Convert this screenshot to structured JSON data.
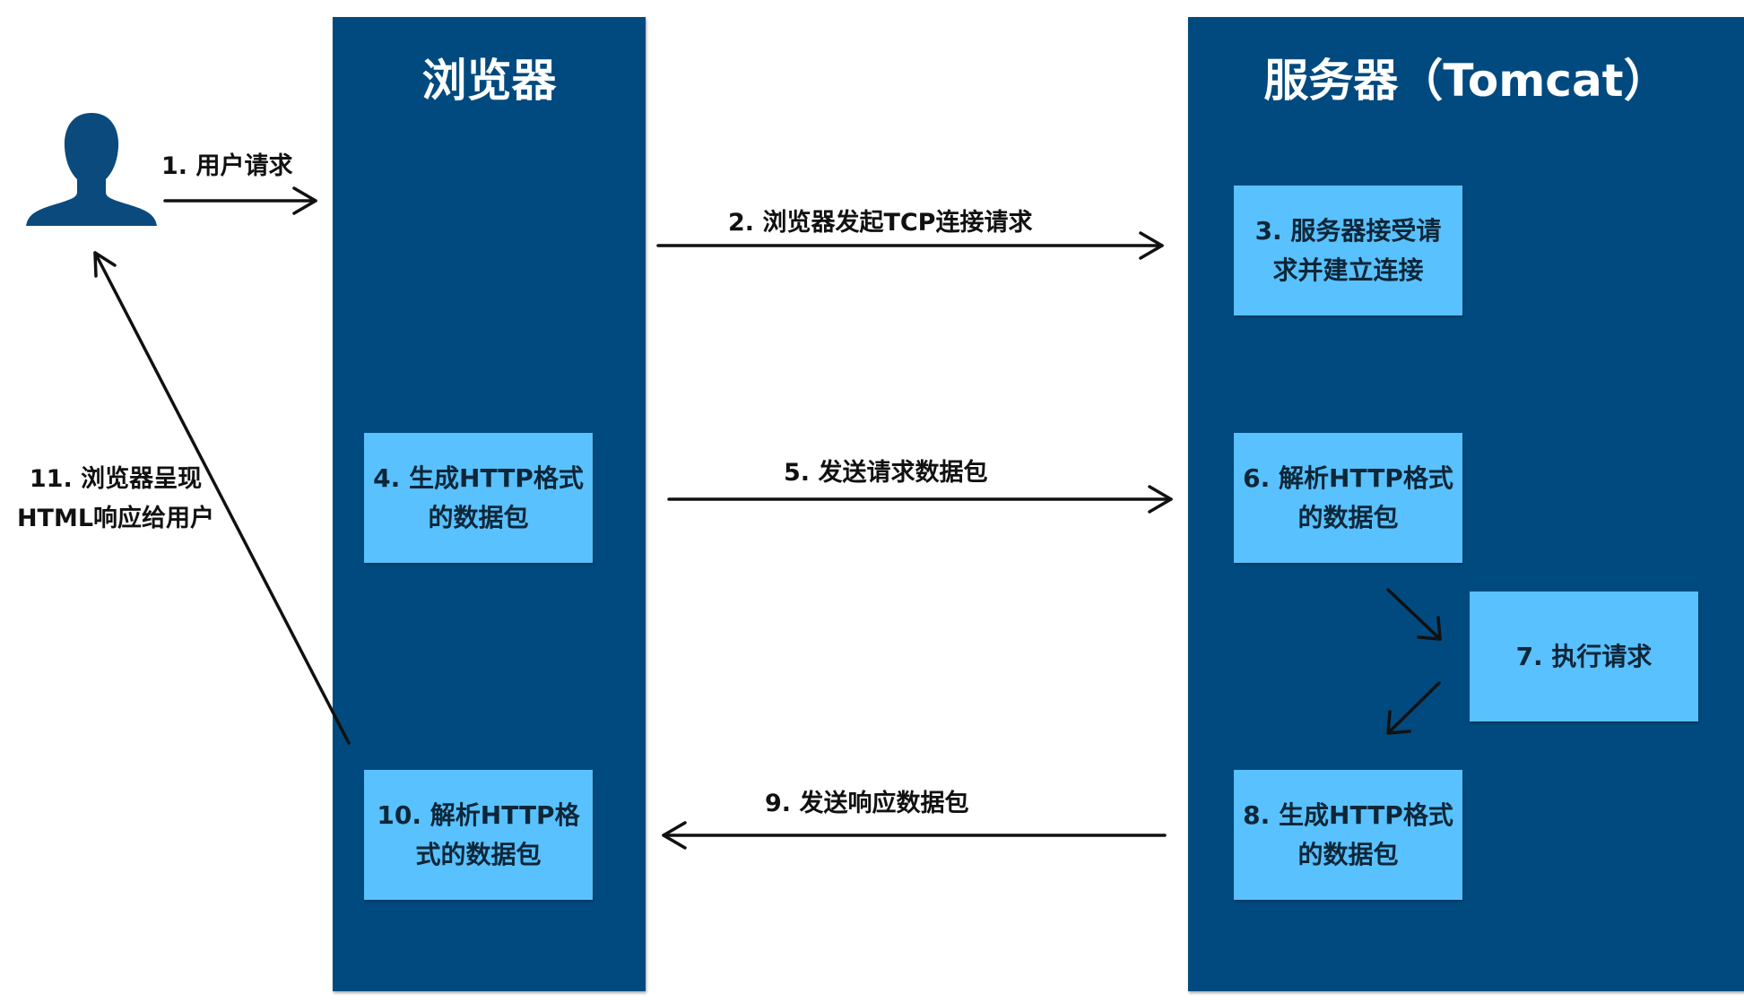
{
  "browser": {
    "title": "浏览器",
    "steps": {
      "s4": "4. 生成HTTP格式\n的数据包",
      "s10": "10. 解析HTTP格\n式的数据包"
    }
  },
  "server": {
    "title": "服务器（Tomcat）",
    "steps": {
      "s3": "3. 服务器接受请\n求并建立连接",
      "s6": "6. 解析HTTP格式\n的数据包",
      "s7": "7. 执行请求",
      "s8": "8. 生成HTTP格式\n的数据包"
    }
  },
  "arrows": {
    "a1": "1. 用户请求",
    "a2": "2. 浏览器发起TCP连接请求",
    "a5": "5. 发送请求数据包",
    "a9": "9. 发送响应数据包",
    "a11": "11. 浏览器呈现\nHTML响应给用户"
  },
  "icons": {
    "user": "user-icon"
  },
  "colors": {
    "column": "#004a7f",
    "box": "#59c1fd",
    "arrow": "#111111"
  }
}
